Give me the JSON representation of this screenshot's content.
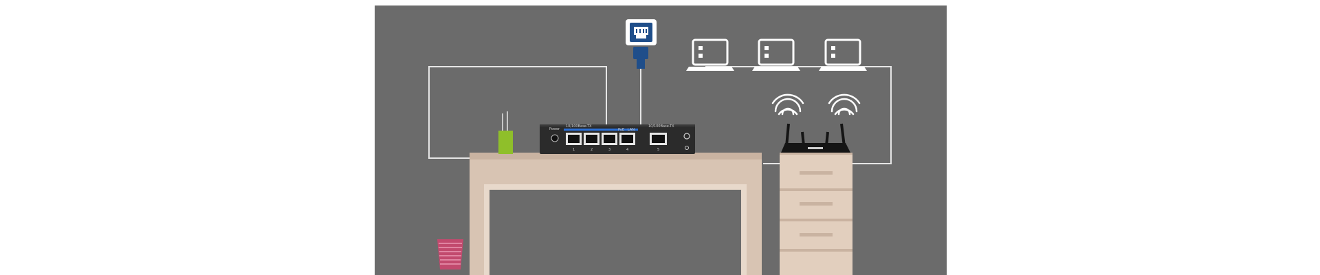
{
  "scene": {
    "background_color": "#6b6b6b",
    "line_color": "#e6e6e6",
    "switch_color": "#2b2b2b",
    "desk_color": "#d8c4b3",
    "cabinet_color": "#e2cfbe",
    "adapter_color": "#8fbf2a",
    "cable_color": "#1f4e8a",
    "trash_color": "#c24a6e"
  },
  "switch": {
    "power_label": "Power",
    "group_label_left": "10/100Base-TX",
    "group_label_right": "10/100Base-TX",
    "poe_label": "PoE",
    "lan_label": "LAN",
    "port_numbers": [
      "1",
      "2",
      "3",
      "4",
      "5"
    ]
  },
  "icons": [
    "ethernet-jack-icon",
    "laptop-icon",
    "wifi-icon",
    "router-icon"
  ]
}
